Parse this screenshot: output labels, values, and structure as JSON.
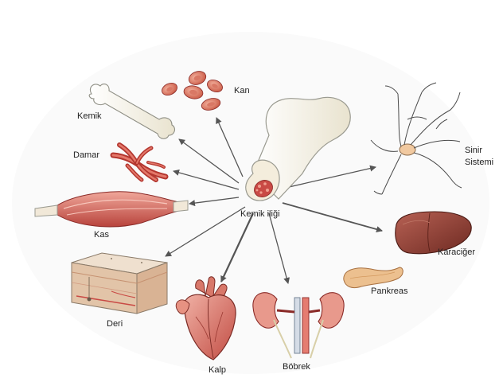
{
  "center_label": "Kemik iliği",
  "labels": {
    "kan": "Kan",
    "kemik": "Kemik",
    "damar": "Damar",
    "kas": "Kas",
    "deri": "Deri",
    "kalp": "Kalp",
    "bobrek": "Böbrek",
    "pankreas": "Pankreas",
    "karaciger": "Karaciğer",
    "sinir_line1": "Sinir",
    "sinir_line2": "Sistemi"
  },
  "colors": {
    "arrow": "#555555",
    "bone_fill": "#faf6ea",
    "bone_stroke": "#9a9a90",
    "tissue_red": "#c94a45",
    "tissue_light": "#e8a094",
    "liver": "#8e3a2e",
    "pancreas": "#e8b080",
    "skin": "#e7d2bc"
  },
  "icons": [
    "red-blood-cells-icon",
    "bone-icon",
    "blood-vessel-icon",
    "muscle-icon",
    "skin-layers-icon",
    "heart-icon",
    "kidney-icon",
    "pancreas-icon",
    "liver-icon",
    "nerve-cell-icon",
    "bone-marrow-icon"
  ]
}
